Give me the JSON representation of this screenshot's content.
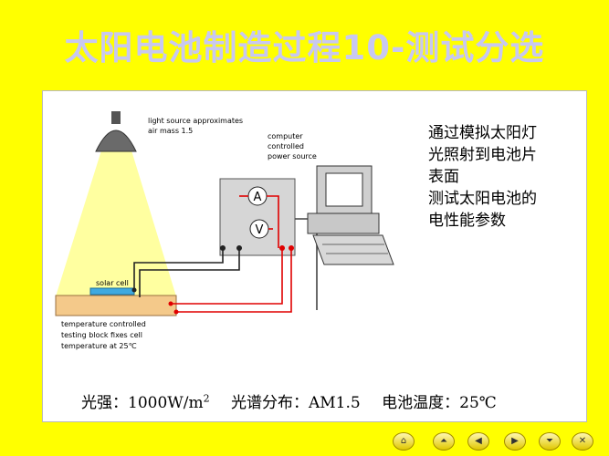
{
  "title": "太阳电池制造过程10-测试分选",
  "diagram": {
    "light_label": [
      "light source approximates",
      "air mass 1.5"
    ],
    "computer_label": [
      "computer",
      "controlled",
      "power source"
    ],
    "solar_cell_label": "solar cell",
    "block_label": [
      "temperature controlled",
      "testing block fixes cell",
      "temperature at 25℃"
    ],
    "meter_a": "A",
    "meter_v": "V"
  },
  "description": [
    "通过模拟太阳灯",
    "光照射到电池片",
    "表面",
    "测试太阳电池的",
    "电性能参数"
  ],
  "params": {
    "intensity_prefix": "光强：1000W/m",
    "intensity_exp": "2",
    "spectrum": "光谱分布：AM1.5",
    "temperature": "电池温度：25℃"
  },
  "colors": {
    "background": "#FFFF00",
    "title": "#C8C8F0",
    "wire_red": "#E00000",
    "wire_black": "#222222"
  },
  "nav_icons": [
    "home-icon",
    "first-icon",
    "prev-icon",
    "next-icon",
    "last-icon",
    "close-icon"
  ]
}
